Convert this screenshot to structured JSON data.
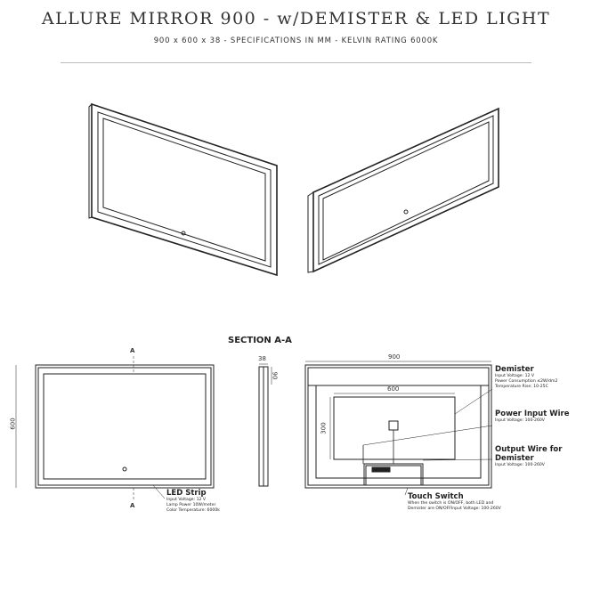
{
  "header": {
    "title": "ALLURE MIRROR 900 - w/DEMISTER & LED LIGHT",
    "subtitle": "900 x 600 x 38  -  SPECIFICATIONS IN MM - KELVIN RATING 6000K"
  },
  "section": {
    "title": "SECTION A-A",
    "marker_top": "A",
    "marker_bottom": "A"
  },
  "dimensions": {
    "height": "600",
    "depth": "38",
    "side": "90",
    "width": "900",
    "demister_width": "600",
    "demister_height": "300"
  },
  "callouts": {
    "led_strip": {
      "title": "LED Strip",
      "lines": [
        "Input Voltage: 12 V",
        "Lamp Power 10W/meter",
        "Color Temperature: 6000k"
      ]
    },
    "demister": {
      "title": "Demister",
      "lines": [
        "Input Voltage: 12 V",
        "Power Consumption ≤2W/dm2",
        "Temperature Rise: 10-25C"
      ]
    },
    "power_input": {
      "title": "Power Input Wire",
      "lines": [
        "Input Voltage: 100-260V"
      ]
    },
    "output_wire": {
      "title": "Output Wire for Demister",
      "lines": [
        "Input Voltage: 100-260V"
      ]
    },
    "touch_switch": {
      "title": "Touch Switch",
      "lines": [
        "When the switch is ON/OFF, both LED and",
        "Demister are ON/OFFInput Voltage: 100-260V"
      ]
    }
  }
}
